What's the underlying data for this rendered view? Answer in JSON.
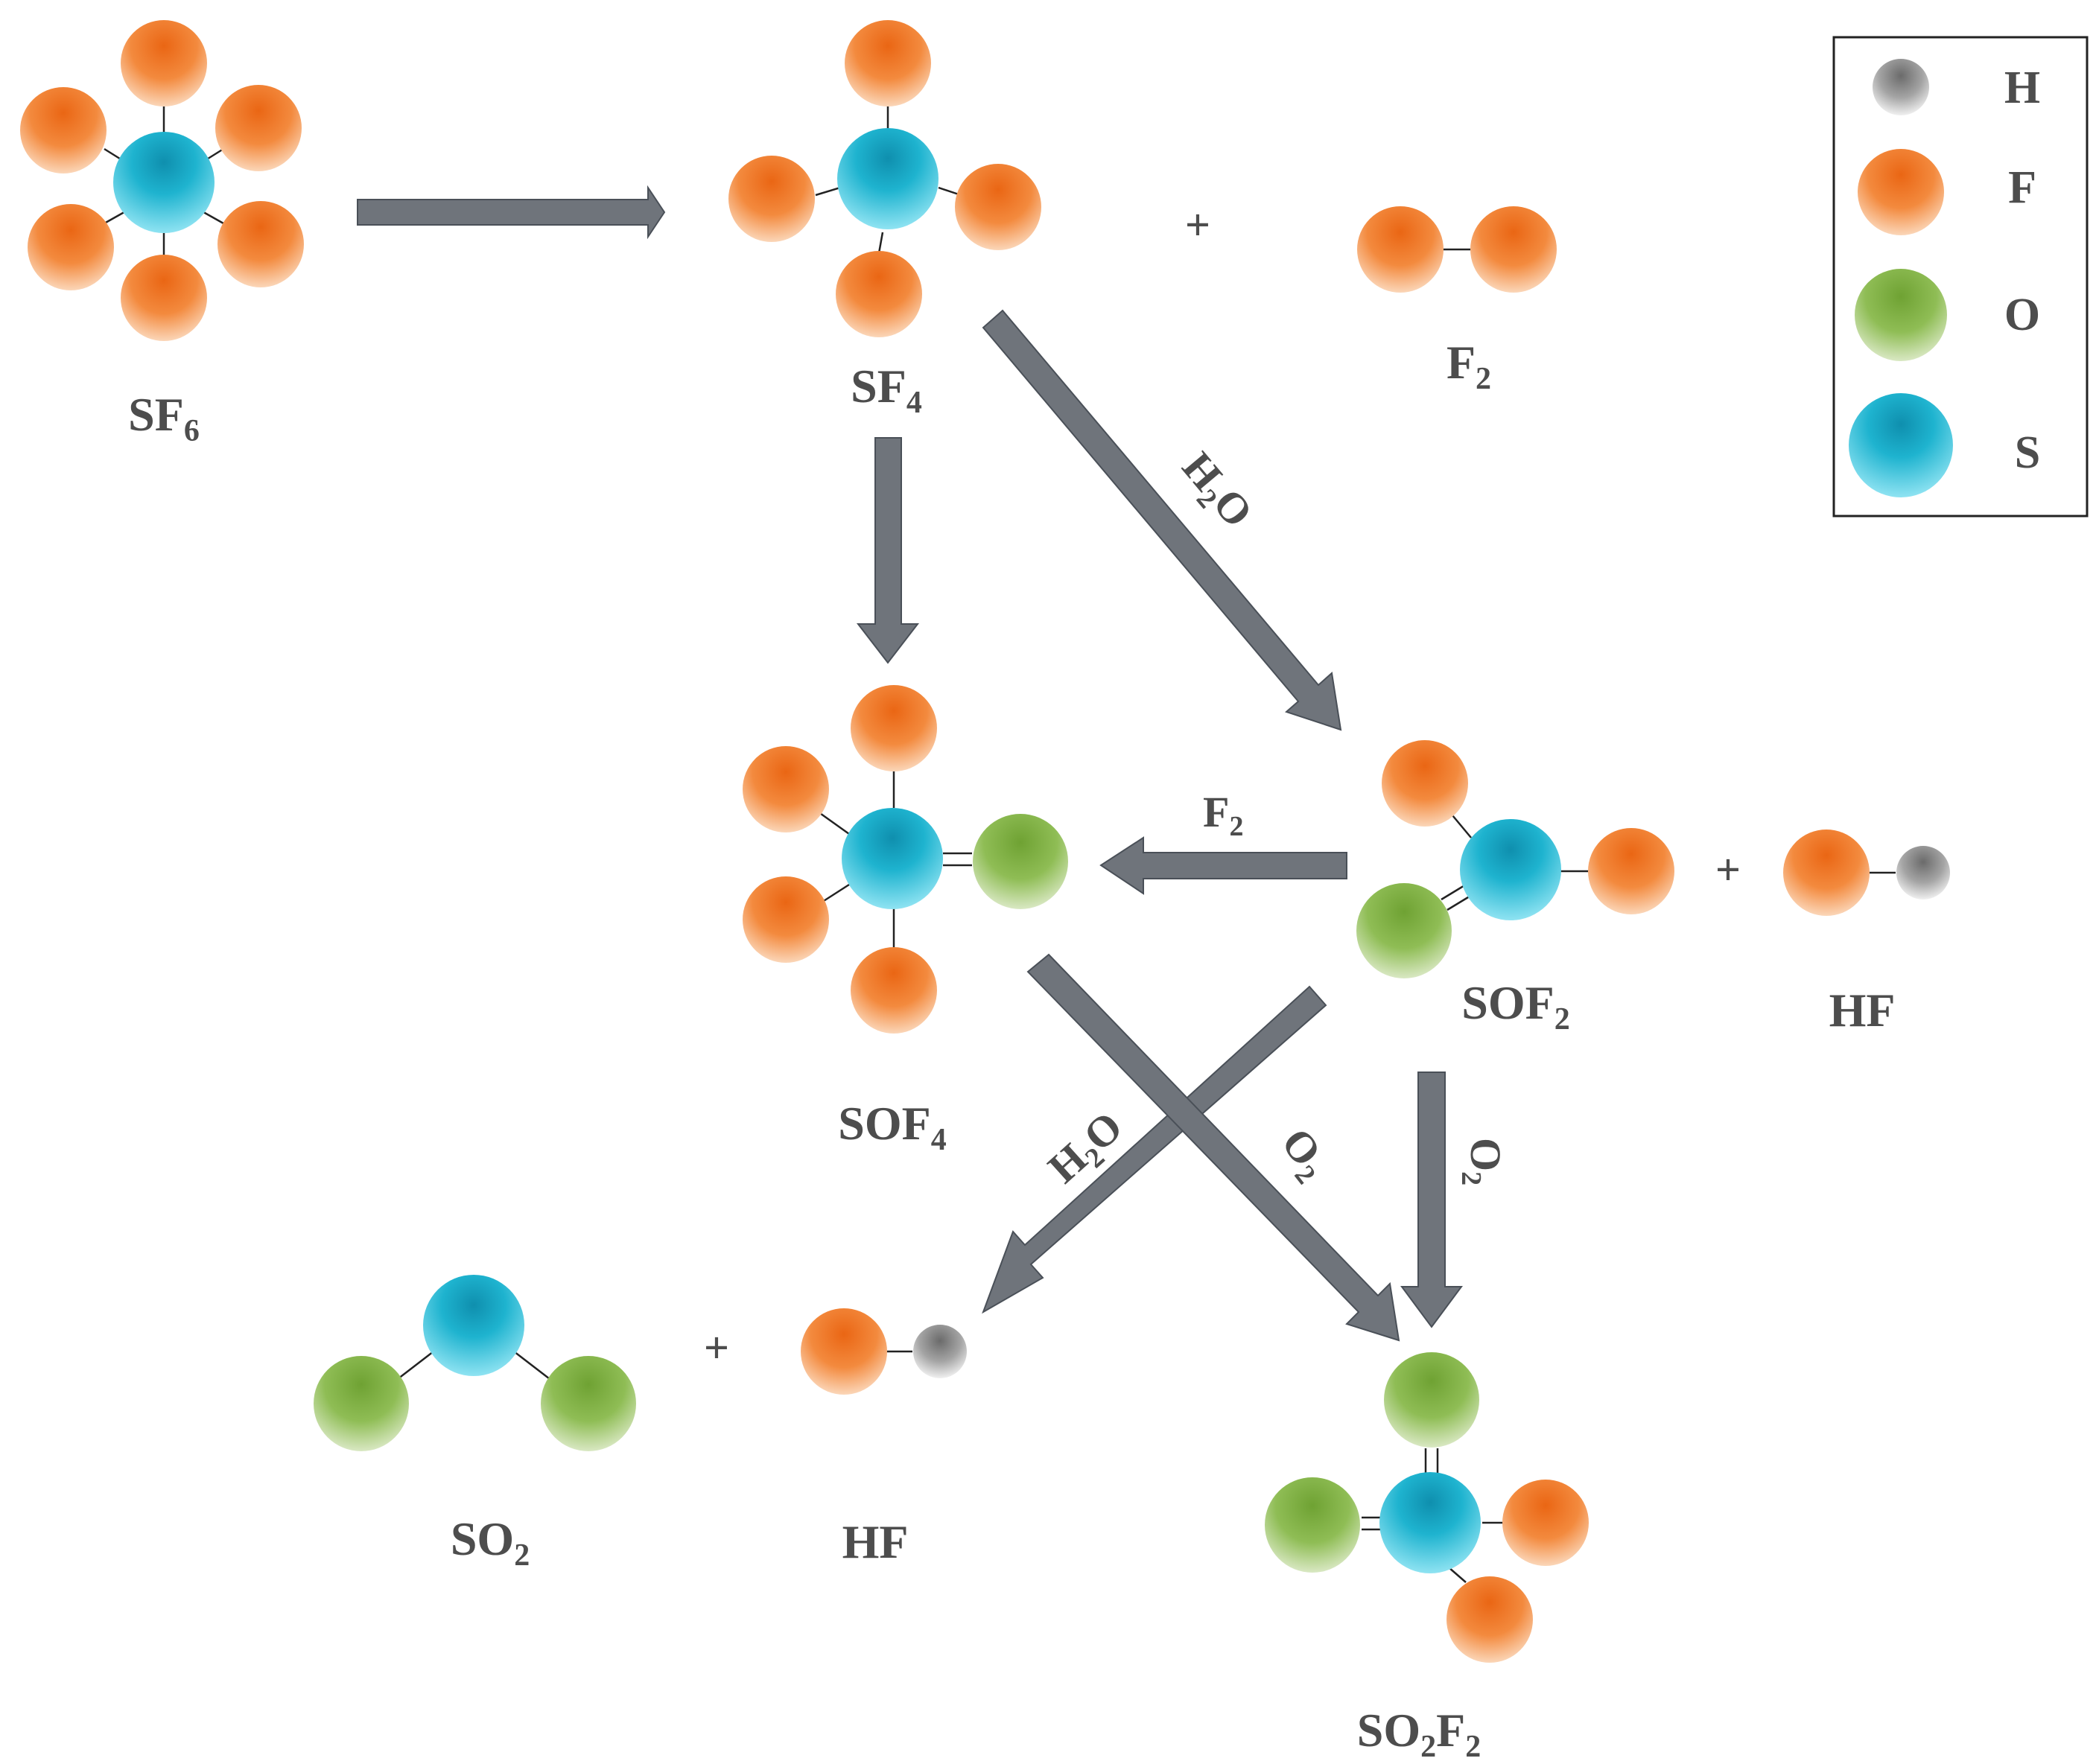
{
  "legend": {
    "items": [
      {
        "symbol": "H",
        "element": "H"
      },
      {
        "symbol": "F",
        "element": "F"
      },
      {
        "symbol": "O",
        "element": "O"
      },
      {
        "symbol": "S",
        "element": "S"
      }
    ]
  },
  "colors": {
    "S": "#1eb0c9",
    "F": "#f07a2a",
    "O": "#86b64a",
    "H": "#9b9b9b",
    "arrow": "#6f747b",
    "label": "#4d4d4d"
  },
  "molecules": {
    "sf6": {
      "label": "SF",
      "sub": "6"
    },
    "sf4": {
      "label": "SF",
      "sub": "4"
    },
    "f2": {
      "label": "F",
      "sub": "2"
    },
    "sof4": {
      "label": "SOF",
      "sub": "4"
    },
    "sof2": {
      "label": "SOF",
      "sub": "2"
    },
    "hf_right": {
      "label": "HF"
    },
    "so2": {
      "label": "SO",
      "sub": "2"
    },
    "hf_bottom": {
      "label": "HF"
    },
    "so2f2": {
      "label_a": "SO",
      "sub_a": "2",
      "label_b": "F",
      "sub_b": "2"
    }
  },
  "reagents": {
    "sf4_to_sof2": {
      "label": "H",
      "sub": "2",
      "tail": "O"
    },
    "sof2_to_sof4": {
      "label": "F",
      "sub": "2"
    },
    "sof2_to_hf": {
      "label": "H",
      "sub": "2",
      "tail": "O"
    },
    "sof4_to_so2f2": {
      "label": "O",
      "sub": "2"
    },
    "sof2_to_so2f2": {
      "label": "O",
      "sub": "2"
    }
  },
  "plus_signs": {
    "p1": "+",
    "p2": "+",
    "p3": "+"
  }
}
